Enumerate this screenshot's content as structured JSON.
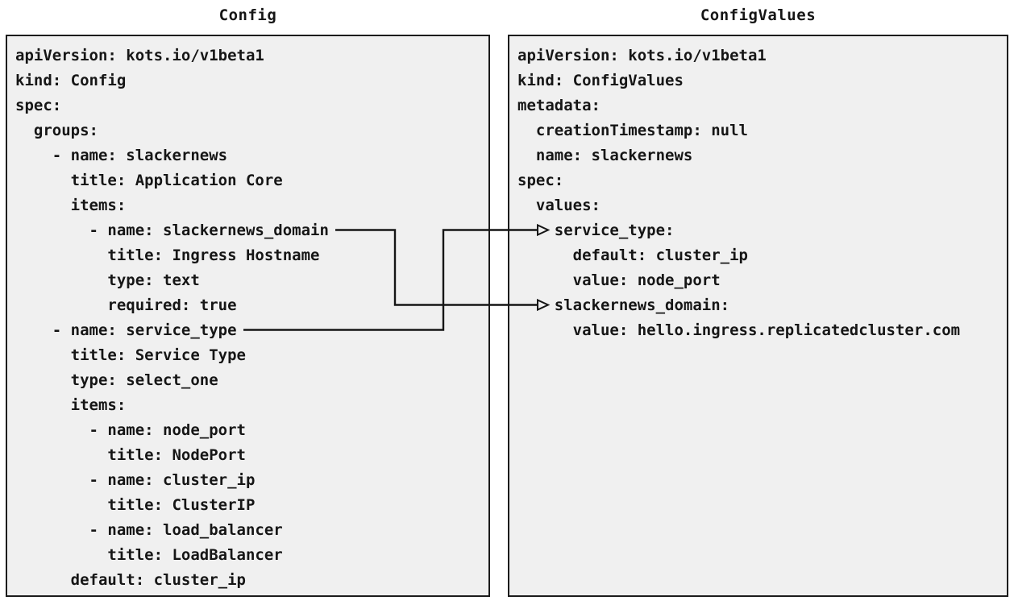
{
  "left_panel": {
    "title": "Config",
    "yaml_lines": [
      "apiVersion: kots.io/v1beta1",
      "kind: Config",
      "spec:",
      "  groups:",
      "    - name: slackernews",
      "      title: Application Core",
      "      items:",
      "        - name: slackernews_domain",
      "          title: Ingress Hostname",
      "          type: text",
      "          required: true",
      "    - name: service_type",
      "      title: Service Type",
      "      type: select_one",
      "      items:",
      "        - name: node_port",
      "          title: NodePort",
      "        - name: cluster_ip",
      "          title: ClusterIP",
      "        - name: load_balancer",
      "          title: LoadBalancer",
      "      default: cluster_ip"
    ]
  },
  "right_panel": {
    "title": "ConfigValues",
    "yaml_lines": [
      "apiVersion: kots.io/v1beta1",
      "kind: ConfigValues",
      "metadata:",
      "  creationTimestamp: null",
      "  name: slackernews",
      "spec:",
      "  values:",
      "    service_type:",
      "      default: cluster_ip",
      "      value: node_port",
      "    slackernews_domain:",
      "      value: hello.ingress.replicatedcluster.com"
    ]
  },
  "connections": [
    {
      "from": "Config: - name: slackernews_domain",
      "to": "ConfigValues: slackernews_domain:"
    },
    {
      "from": "Config: - name: service_type",
      "to": "ConfigValues: service_type:"
    }
  ],
  "colors": {
    "background": "#ffffff",
    "box_fill": "#f0f0f0",
    "box_border": "#1c1c1c",
    "text": "#161616",
    "arrow": "#161616"
  }
}
